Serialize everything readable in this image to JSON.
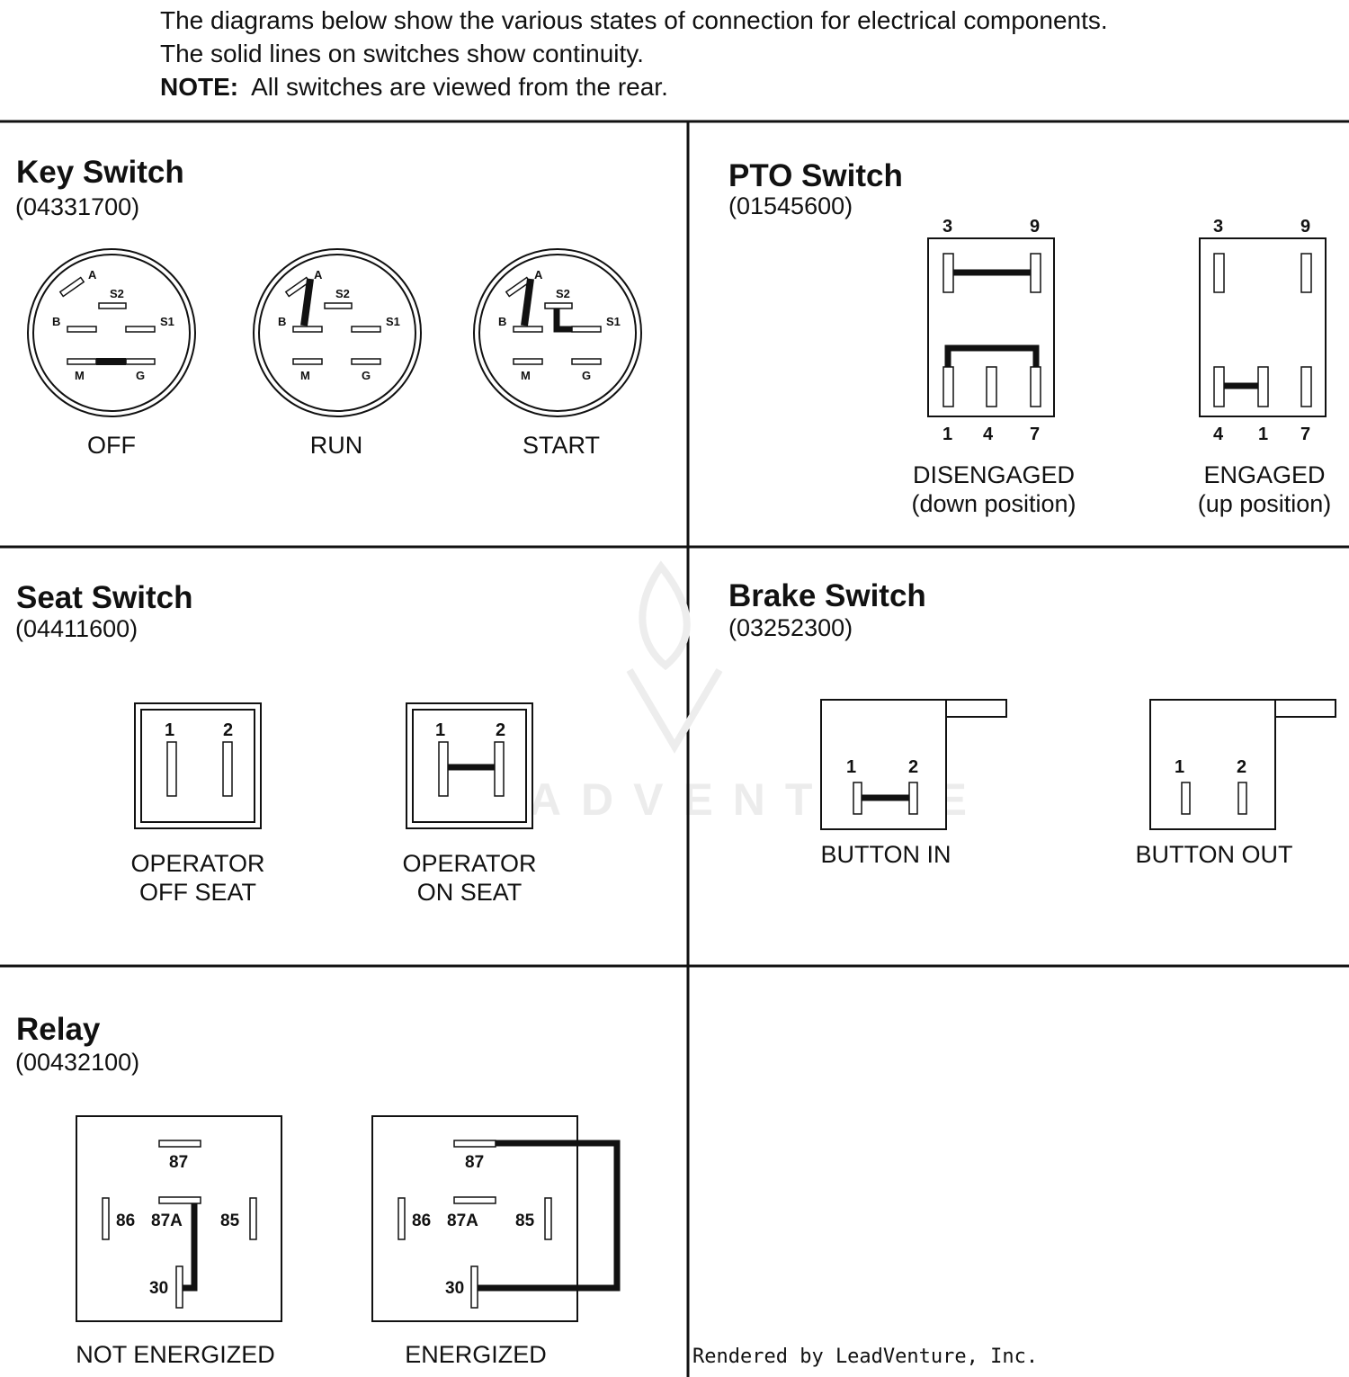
{
  "header": {
    "line1": "The diagrams below show the various states of connection for electrical components.",
    "line2": "The solid lines on switches show continuity.",
    "note_label": "NOTE:",
    "note_text": "All switches are viewed from the rear."
  },
  "watermark": "LEADVENTURE",
  "footer": "Rendered by LeadVenture, Inc.",
  "key_switch": {
    "title": "Key Switch",
    "part": "(04331700)",
    "terminals": [
      "A",
      "S2",
      "B",
      "S1",
      "M",
      "G"
    ],
    "states": [
      "OFF",
      "RUN",
      "START"
    ]
  },
  "pto_switch": {
    "title": "PTO Switch",
    "part": "(01545600)",
    "disengaged": {
      "top_pins": [
        "3",
        "9"
      ],
      "bottom_pins": [
        "1",
        "4",
        "7"
      ],
      "label1": "DISENGAGED",
      "label2": "(down position)"
    },
    "engaged": {
      "top_pins": [
        "3",
        "9"
      ],
      "bottom_pins": [
        "4",
        "1",
        "7"
      ],
      "label1": "ENGAGED",
      "label2": "(up position)"
    }
  },
  "seat_switch": {
    "title": "Seat Switch",
    "part": "(04411600)",
    "pins": [
      "1",
      "2"
    ],
    "off_seat": {
      "label1": "OPERATOR",
      "label2": "OFF SEAT"
    },
    "on_seat": {
      "label1": "OPERATOR",
      "label2": "ON SEAT"
    }
  },
  "brake_switch": {
    "title": "Brake  Switch",
    "part": "(03252300)",
    "pins": [
      "1",
      "2"
    ],
    "states": [
      "BUTTON IN",
      "BUTTON OUT"
    ]
  },
  "relay": {
    "title": "Relay",
    "part": "(00432100)",
    "terminals": [
      "87",
      "86",
      "87A",
      "85",
      "30"
    ],
    "states": [
      "NOT ENERGIZED",
      "ENERGIZED"
    ]
  }
}
